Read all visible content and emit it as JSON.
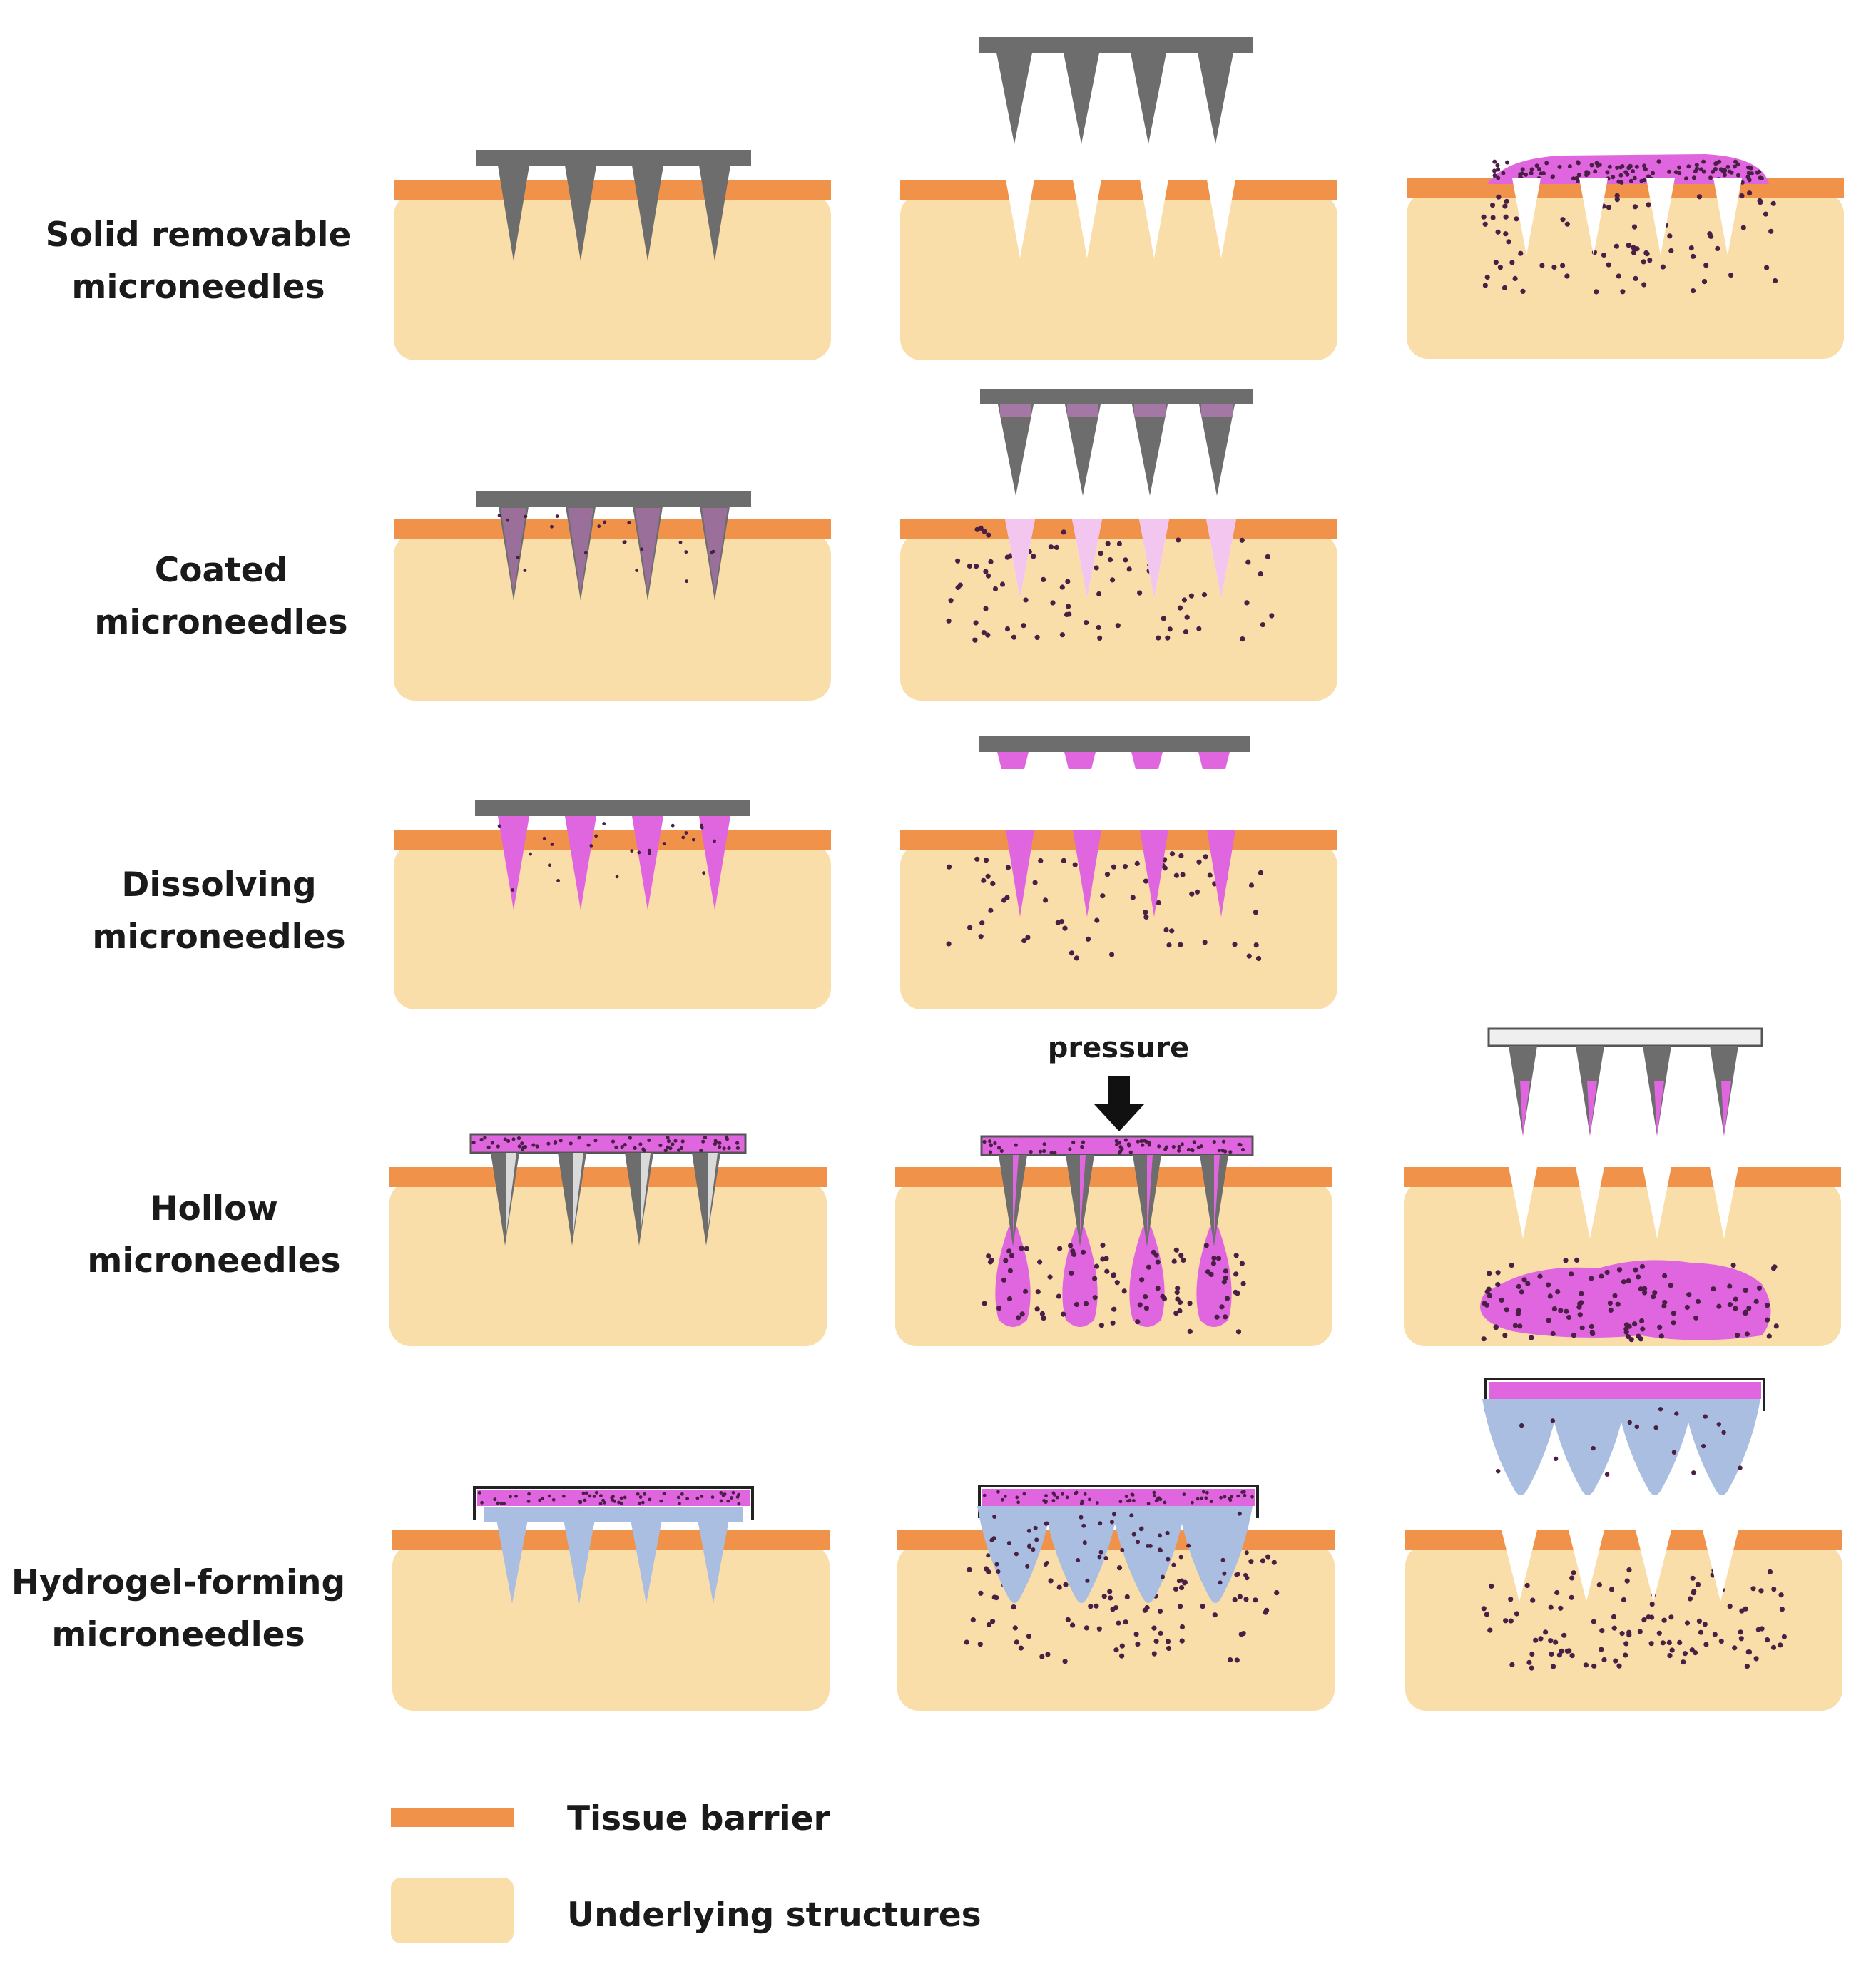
{
  "rows": [
    {
      "label_line1": "Solid removable",
      "label_line2": "microneedles"
    },
    {
      "label_line1": "Coated",
      "label_line2": "microneedles"
    },
    {
      "label_line1": "Dissolving",
      "label_line2": "microneedles"
    },
    {
      "label_line1": "Hollow",
      "label_line2": "microneedles"
    },
    {
      "label_line1": "Hydrogel-forming",
      "label_line2": "microneedles"
    }
  ],
  "annotation": {
    "pressure": "pressure"
  },
  "legend": {
    "tissue_barrier": "Tissue barrier",
    "underlying_structures": "Underlying structures"
  },
  "colors": {
    "tissue_barrier": "#F0924A",
    "underlying": "#F9DEAA",
    "needle_metal": "#6E6D6D",
    "drug": "#E066E0",
    "drug_light": "#F2C6EE",
    "hydrogel": "#A9BEE0",
    "particle": "#4A1F45",
    "hole": "#FFFFFF"
  }
}
